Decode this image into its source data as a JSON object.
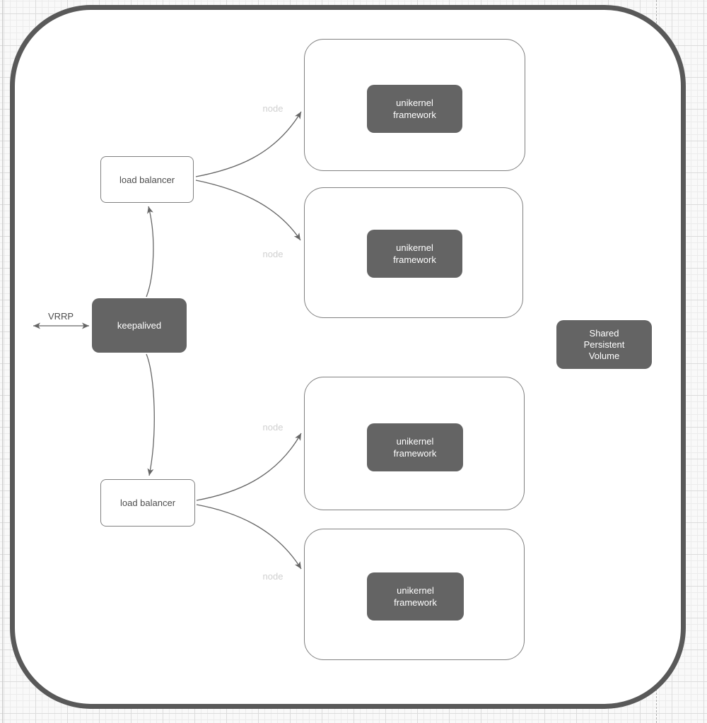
{
  "labels": {
    "vrrp": "VRRP",
    "keepalived": "keepalived",
    "load_balancer_top": "load balancer",
    "load_balancer_bottom": "load balancer",
    "shared_volume_line1": "Shared",
    "shared_volume_line2": "Persistent",
    "shared_volume_line3": "Volume"
  },
  "node_groups": [
    {
      "label": "node",
      "box_line1": "unikernel",
      "box_line2": "framework"
    },
    {
      "label": "node",
      "box_line1": "unikernel",
      "box_line2": "framework"
    },
    {
      "label": "node",
      "box_line1": "unikernel",
      "box_line2": "framework"
    },
    {
      "label": "node",
      "box_line1": "unikernel",
      "box_line2": "framework"
    }
  ],
  "colors": {
    "canvas_bg": "#f9f9f9",
    "grid_minor": "#ececec",
    "grid_major": "#dcdcdc",
    "cluster_border": "#595959",
    "outline_box_border": "#808080",
    "dark_box_fill": "#646464",
    "dark_box_text": "#ffffff",
    "arrow": "#666666",
    "node_label_text": "#d0d0d0",
    "label_text": "#4d4d4d"
  }
}
